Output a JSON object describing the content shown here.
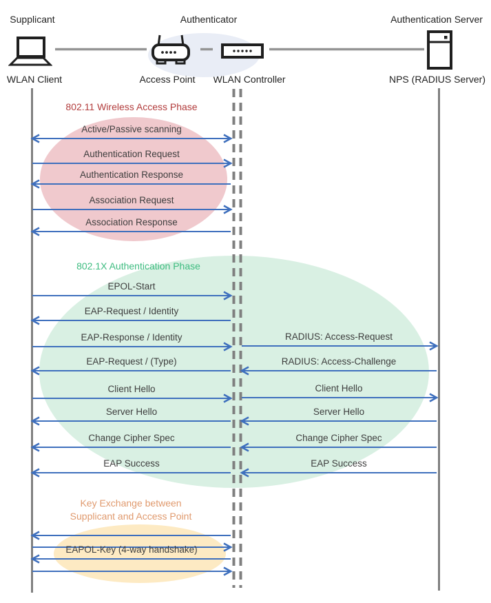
{
  "colors": {
    "arrow": "#3e6fbd",
    "lifeline": "#7f7f7f",
    "connector": "#949494",
    "message_text": "#3d3d3d",
    "actor_text": "#1f1f1f",
    "icon_stroke": "#1f1f1f",
    "phase1_title": "#b23c3c",
    "phase1_fill": "#f0c9cd",
    "phase2_title": "#3ebc80",
    "phase2_fill": "#d9f0e3",
    "phase3_title": "#e09a6e",
    "phase3_fill": "#fdeac3",
    "authenticator_fill": "#e9edf6"
  },
  "actors": {
    "supplicant": {
      "role": "Supplicant",
      "device": "WLAN Client"
    },
    "authenticator": {
      "role": "Authenticator",
      "devices": [
        "Access Point",
        "WLAN Controller"
      ]
    },
    "server": {
      "role": "Authentication Server",
      "device": "NPS (RADIUS Server)"
    }
  },
  "phases": [
    {
      "title": "802.11 Wireless Access Phase",
      "messages": [
        {
          "label": "Active/Passive scanning",
          "segment": "left",
          "direction": "both"
        },
        {
          "label": "Authentication Request",
          "segment": "left",
          "direction": "right"
        },
        {
          "label": "Authentication Response",
          "segment": "left",
          "direction": "left"
        },
        {
          "label": "Association Request",
          "segment": "left",
          "direction": "right"
        },
        {
          "label": "Association Response",
          "segment": "left",
          "direction": "left"
        }
      ]
    },
    {
      "title": "802.1X Authentication Phase",
      "messages": [
        {
          "label": "EPOL-Start",
          "segment": "left",
          "direction": "right"
        },
        {
          "label": "EAP-Request / Identity",
          "segment": "left",
          "direction": "left"
        },
        {
          "label": "EAP-Response / Identity",
          "segment": "left",
          "direction": "right"
        },
        {
          "label": "RADIUS: Access-Request",
          "segment": "right",
          "direction": "right"
        },
        {
          "label": "EAP-Request / (Type)",
          "segment": "left",
          "direction": "left"
        },
        {
          "label": "RADIUS: Access-Challenge",
          "segment": "right",
          "direction": "left"
        },
        {
          "label": "Client Hello",
          "segment": "left",
          "direction": "right"
        },
        {
          "label": "Client Hello",
          "segment": "right",
          "direction": "right"
        },
        {
          "label": "Server Hello",
          "segment": "left",
          "direction": "left"
        },
        {
          "label": "Server Hello",
          "segment": "right",
          "direction": "left"
        },
        {
          "label": "Change Cipher Spec",
          "segment": "left",
          "direction": "left"
        },
        {
          "label": "Change Cipher Spec",
          "segment": "right",
          "direction": "left"
        },
        {
          "label": "EAP Success",
          "segment": "left",
          "direction": "left"
        },
        {
          "label": "EAP Success",
          "segment": "right",
          "direction": "left"
        }
      ]
    },
    {
      "title": "Key Exchange between\nSupplicant and Access Point",
      "messages": [
        {
          "label": "",
          "segment": "left",
          "direction": "left"
        },
        {
          "label": "",
          "segment": "left",
          "direction": "right"
        },
        {
          "label": "EAPOL-Key (4-way handshake)",
          "segment": "left",
          "direction": "left"
        },
        {
          "label": "",
          "segment": "left",
          "direction": "right"
        }
      ]
    }
  ]
}
